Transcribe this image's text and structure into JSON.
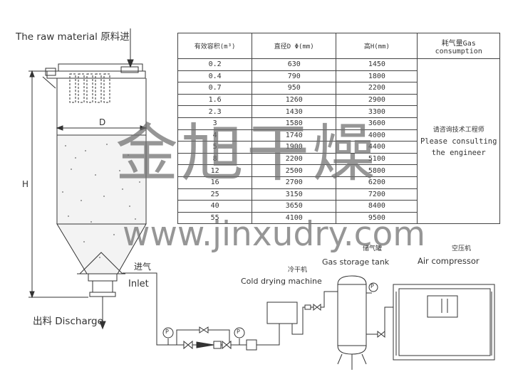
{
  "labels": {
    "raw_material": "The raw material 原料进",
    "dimension_d": "D",
    "dimension_h": "H",
    "inlet_cn": "进气",
    "inlet_en": "Inlet",
    "discharge": "出料 Discharge",
    "cold_dryer_cn": "冷干机",
    "cold_dryer_en": "Cold drying machine",
    "gas_tank_cn": "储气罐",
    "gas_tank_en": "Gas storage tank",
    "compressor_cn": "空压机",
    "compressor_en": "Air compressor",
    "gauge": "P"
  },
  "table": {
    "headers": [
      "有效容积(m³)",
      "直径D Φ(mm)",
      "高H(mm)",
      "耗气量Gas consumption"
    ],
    "rows": [
      [
        "0.2",
        "630",
        "1450"
      ],
      [
        "0.4",
        "790",
        "1800"
      ],
      [
        "0.7",
        "950",
        "2200"
      ],
      [
        "1.6",
        "1260",
        "2900"
      ],
      [
        "2.3",
        "1430",
        "3300"
      ],
      [
        "3",
        "1580",
        "3600"
      ],
      [
        "4",
        "1740",
        "4000"
      ],
      [
        "5",
        "1900",
        "4400"
      ],
      [
        "8",
        "2200",
        "5100"
      ],
      [
        "12",
        "2500",
        "5800"
      ],
      [
        "16",
        "2700",
        "6200"
      ],
      [
        "25",
        "3150",
        "7200"
      ],
      [
        "40",
        "3650",
        "8400"
      ],
      [
        "55",
        "4100",
        "9500"
      ]
    ],
    "gas_note_cn": "请咨询技术工程师",
    "gas_note_en": "Please consulting the engineer"
  },
  "watermark": {
    "brand_cn": "金旭干燥",
    "url": "www.jinxudry.com"
  }
}
